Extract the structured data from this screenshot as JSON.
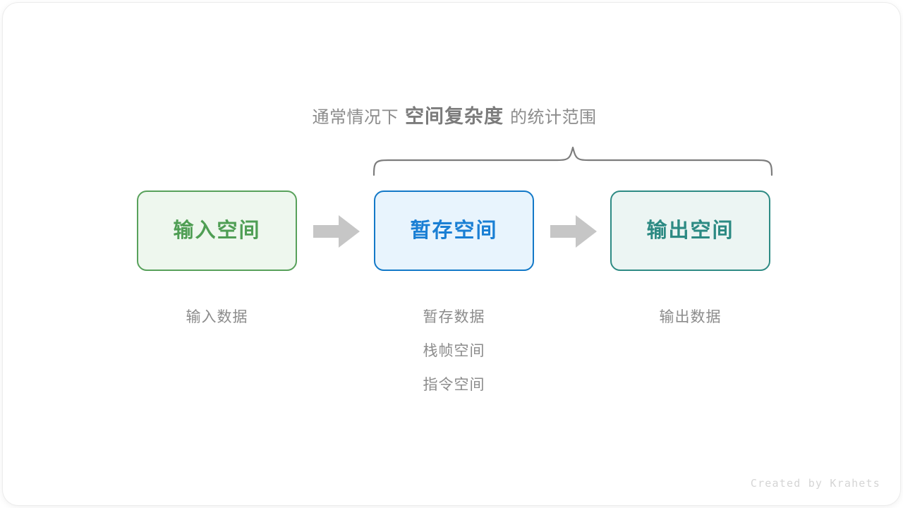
{
  "meta": {
    "watermark": "Created by Krahets",
    "background_color": "#ffffff"
  },
  "caption": {
    "prefix": "通常情况下",
    "emphasis": "空间复杂度",
    "suffix": "的统计范围",
    "prefix_color": "#8c8c8c",
    "emphasis_color": "#7b7b7b"
  },
  "brace": {
    "name": "statistics-scope-brace",
    "color": "#7d7d7d",
    "spans": [
      "temp-space",
      "output-space"
    ]
  },
  "flow": {
    "boxes": [
      {
        "id": "input-space",
        "label": "输入空间",
        "fill": "#eef7ee",
        "border": "#58a15b",
        "text_color": "#4f9e54",
        "sublabels": [
          "输入数据"
        ]
      },
      {
        "id": "temp-space",
        "label": "暂存空间",
        "fill": "#e8f4fd",
        "border": "#1379c8",
        "text_color": "#1a7fd4",
        "sublabels": [
          "暂存数据",
          "栈帧空间",
          "指令空间"
        ]
      },
      {
        "id": "output-space",
        "label": "输出空间",
        "fill": "#ecf5f3",
        "border": "#2e8b84",
        "text_color": "#2c8a83",
        "sublabels": [
          "输出数据"
        ]
      }
    ],
    "arrows": [
      {
        "id": "arrow-input-to-temp",
        "color": "#c6c6c6"
      },
      {
        "id": "arrow-temp-to-output",
        "color": "#c6c6c6"
      }
    ]
  }
}
